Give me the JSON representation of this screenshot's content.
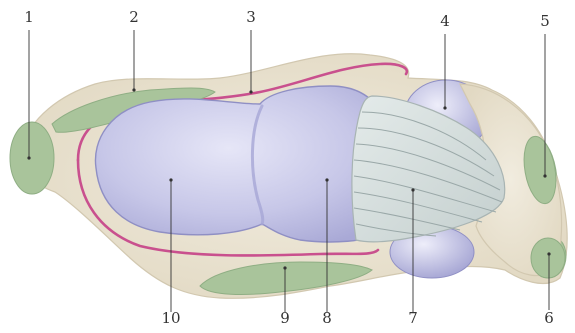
{
  "labels": {
    "l1": "1",
    "l2": "2",
    "l3": "3",
    "l4": "4",
    "l5": "5",
    "l6": "6",
    "l7": "7",
    "l8": "8",
    "l9": "9",
    "l10": "10"
  },
  "colors": {
    "background": "#ffffff",
    "tissue": "#ece6d6",
    "tissue_edge": "#d2c8b0",
    "membrane": "#c9508e",
    "green_structure": "#a9c49b",
    "cavity": "#c4c4e6",
    "cavity_edge": "#8f8fc4",
    "tendon": "#d6dedd",
    "tendon_lines": "#9aa8a8",
    "leader": "#333333"
  }
}
